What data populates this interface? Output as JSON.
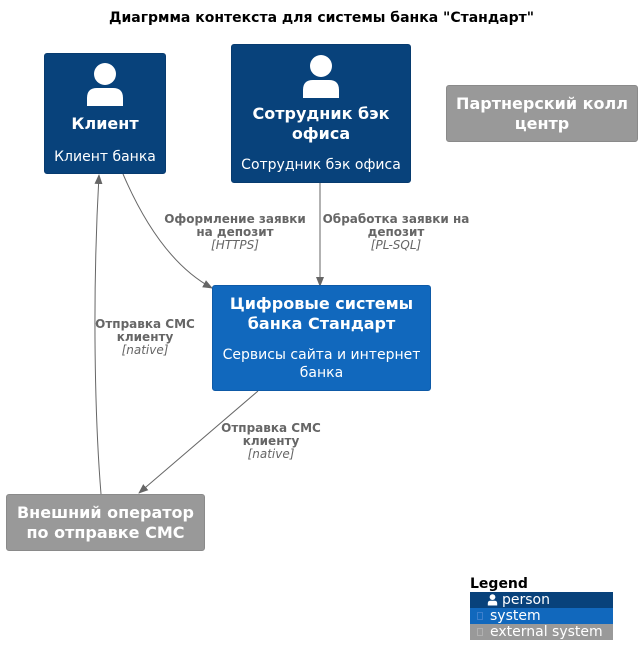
{
  "title": "Диагрмма контекста для системы банка \"Стандарт\"",
  "nodes": {
    "client": {
      "name": "Клиент",
      "desc": "Клиент банка"
    },
    "backoffice": {
      "name": "Сотрудник бэк\nофиса",
      "desc": "Сотрудник бэк офиса"
    },
    "partner": {
      "name": "Партнерский колл\nцентр"
    },
    "digital": {
      "name": "Цифровые системы\nбанка Стандарт",
      "desc": "Сервисы сайта и интернет\nбанка"
    },
    "sms_operator": {
      "name": "Внешний оператор\nпо отправке СМС"
    }
  },
  "edges": {
    "client_digital": {
      "label": "Оформление заявки\nна депозит",
      "tech": "[HTTPS]"
    },
    "backoffice_digital": {
      "label": "Обработка заявки на\nдепозит",
      "tech": "[PL-SQL]"
    },
    "sms_client": {
      "label": "Отправка СМС\nклиенту",
      "tech": "[native]"
    },
    "digital_sms": {
      "label": "Отправка СМС\nклиенту",
      "tech": "[native]"
    }
  },
  "legend": {
    "title": "Legend",
    "items": [
      {
        "label": "person",
        "icon": "person-icon",
        "color": "#08427b"
      },
      {
        "label": "system",
        "icon": "square-icon",
        "color": "#1168bd"
      },
      {
        "label": "external system",
        "icon": "square-icon",
        "color": "#999999"
      }
    ]
  },
  "colors": {
    "person": "#08427b",
    "system": "#1168bd",
    "external": "#999999",
    "arrow": "#666666"
  }
}
